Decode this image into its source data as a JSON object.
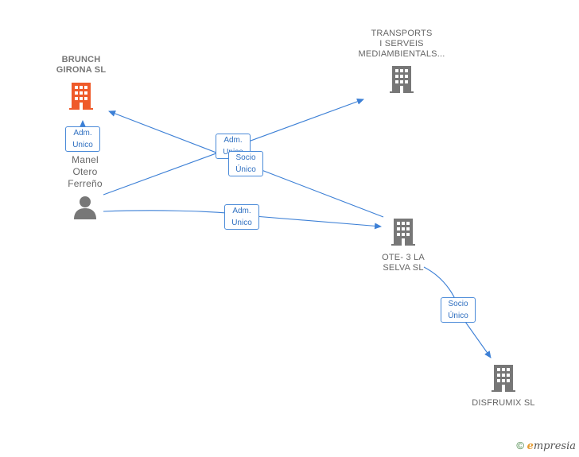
{
  "nodes": {
    "brunch": {
      "label": "BRUNCH\nGIRONA  SL",
      "icon": "building-icon",
      "color": "#ef5a2a"
    },
    "transports": {
      "label": "TRANSPORTS\nI SERVEIS\nMEDIAMBIENTALS...",
      "icon": "building-icon",
      "color": "#777777"
    },
    "person": {
      "label": "Manel\nOtero\nFerreño",
      "icon": "person-icon",
      "color": "#777777"
    },
    "ote": {
      "label": "OTE- 3 LA\nSELVA SL",
      "icon": "building-icon",
      "color": "#777777"
    },
    "disfrumix": {
      "label": "DISFRUMIX  SL",
      "icon": "building-icon",
      "color": "#777777"
    }
  },
  "badges": {
    "adm_brunch": "Adm.\nUnico",
    "adm_transports": "Adm.\nUnico",
    "socio_brunch": "Socio\nÚnico",
    "adm_ote": "Adm.\nUnico",
    "socio_disfrumix": "Socio\nÚnico"
  },
  "edge_color": "#3d80d6",
  "footer": {
    "copyright": "©",
    "brand_initial": "e",
    "brand_rest": "mpresia"
  }
}
